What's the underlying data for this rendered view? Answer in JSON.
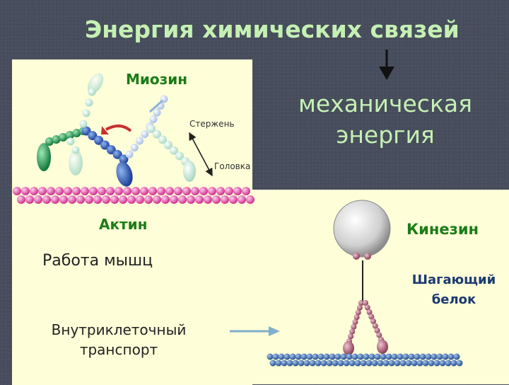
{
  "title": "Энергия химических связей",
  "mechanical": "механическая энергия",
  "myosin": {
    "label": "Миозин",
    "rod_label": "Стержень",
    "head_label": "Головка"
  },
  "actin_label": "Актин",
  "muscle_work": "Работа мышц",
  "intracellular": "Внутриклеточный транспорт",
  "kinesin": {
    "label": "Кинезин",
    "walking": "Шагающий белок"
  },
  "colors": {
    "background": "#474d5c",
    "panel": "#fefed8",
    "title_green": "#c5f0b3",
    "label_green": "#1b7c18",
    "actin_pink": "#e64aa8",
    "microtubule_blue": "#2f5ea0",
    "kinesin_mauve": "#b06a80",
    "myosin_blue": "#1d3f9a",
    "myosin_green": "#1a8a4a"
  }
}
